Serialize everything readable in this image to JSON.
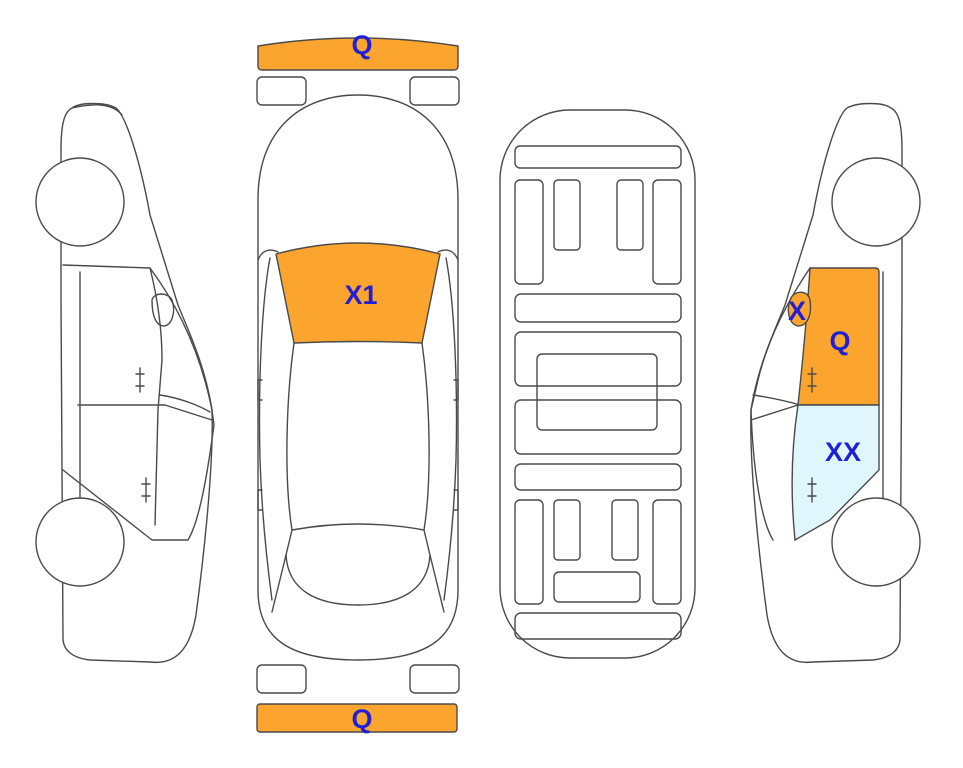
{
  "colors": {
    "damage_orange": "#fba42e",
    "damage_light_blue": "#dff6fd",
    "label_blue": "#1f1fd6",
    "outline": "#4a4a4a"
  },
  "labels": {
    "front_bumper": "Q",
    "rear_bumper": "Q",
    "windshield": "X1",
    "right_front_mirror": "X",
    "right_front_door": "Q",
    "right_rear_door": "XX"
  }
}
